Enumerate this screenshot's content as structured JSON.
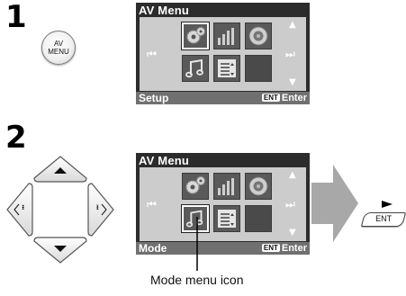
{
  "steps": [
    {
      "number": "1",
      "button": {
        "line1": "AV",
        "line2": "MENU"
      },
      "menu": {
        "title": "AV Menu",
        "status_label": "Setup",
        "enter_badge": "ENT",
        "enter_label": "Enter",
        "icons": [
          "gear-icon",
          "equalizer-icon",
          "speaker-icon",
          "music-note-icon",
          "list-icon",
          "empty-icon"
        ],
        "selected_icon": "gear-icon"
      }
    },
    {
      "number": "2",
      "menu": {
        "title": "AV Menu",
        "status_label": "Mode",
        "enter_badge": "ENT",
        "enter_label": "Enter",
        "icons": [
          "gear-icon",
          "equalizer-icon",
          "speaker-icon",
          "music-note-icon",
          "list-icon",
          "empty-icon"
        ],
        "selected_icon": "music-note-icon"
      },
      "ent_key": "ENT",
      "callout": "Mode menu icon"
    }
  ],
  "colors": {
    "panel": "#2c2c2c",
    "status_bar": "#707070",
    "arrow": "#a8a8a8"
  }
}
